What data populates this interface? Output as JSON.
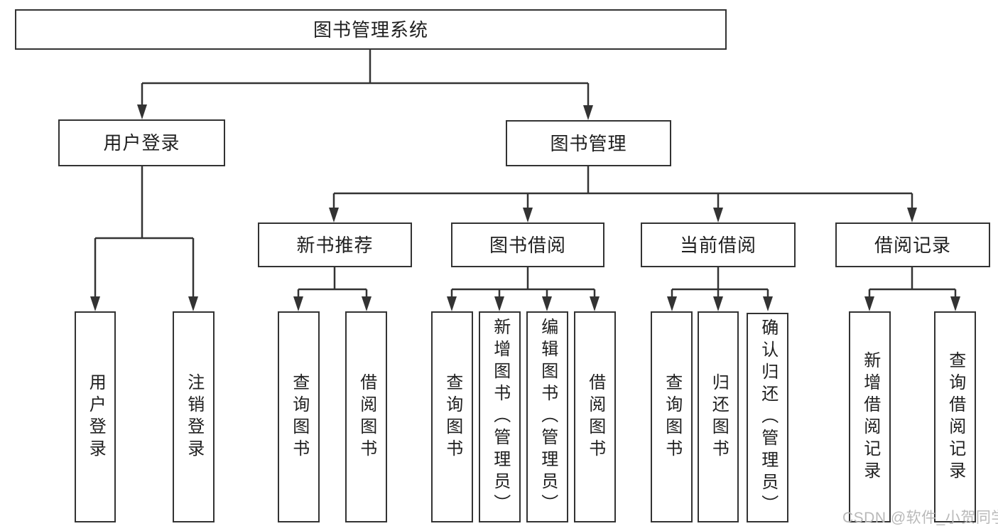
{
  "diagram": {
    "title_note": "functional structure chart of a library management system",
    "root": {
      "label": "图书管理系统"
    },
    "level1": {
      "user_login": {
        "label": "用户登录"
      },
      "book_mgmt": {
        "label": "图书管理"
      }
    },
    "level2": {
      "new_book": {
        "label": "新书推荐"
      },
      "book_borrow": {
        "label": "图书借阅"
      },
      "current_borrow": {
        "label": "当前借阅"
      },
      "borrow_record": {
        "label": "借阅记录"
      }
    },
    "leaves": {
      "login": {
        "label": "用户登录"
      },
      "logout": {
        "label": "注销登录"
      },
      "nb_query": {
        "label": "查询图书"
      },
      "nb_borrow": {
        "label": "借阅图书"
      },
      "bb_query": {
        "label": "查询图书"
      },
      "bb_add": {
        "label": "新增图书（管理员）"
      },
      "bb_edit": {
        "label": "编辑图书（管理员）"
      },
      "bb_borrow": {
        "label": "借阅图书"
      },
      "cb_query": {
        "label": "查询图书"
      },
      "cb_return": {
        "label": "归还图书"
      },
      "cb_confirm": {
        "label": "确认归还（管理员）"
      },
      "br_add": {
        "label": "新增借阅记录"
      },
      "br_query": {
        "label": "查询借阅记录"
      }
    }
  },
  "watermark": {
    "text": "CSDN @软件_小贺同学"
  },
  "colors": {
    "line": "#333333",
    "text": "#1f1f1f",
    "background": "#ffffff",
    "watermark": "#b9b9b9"
  }
}
